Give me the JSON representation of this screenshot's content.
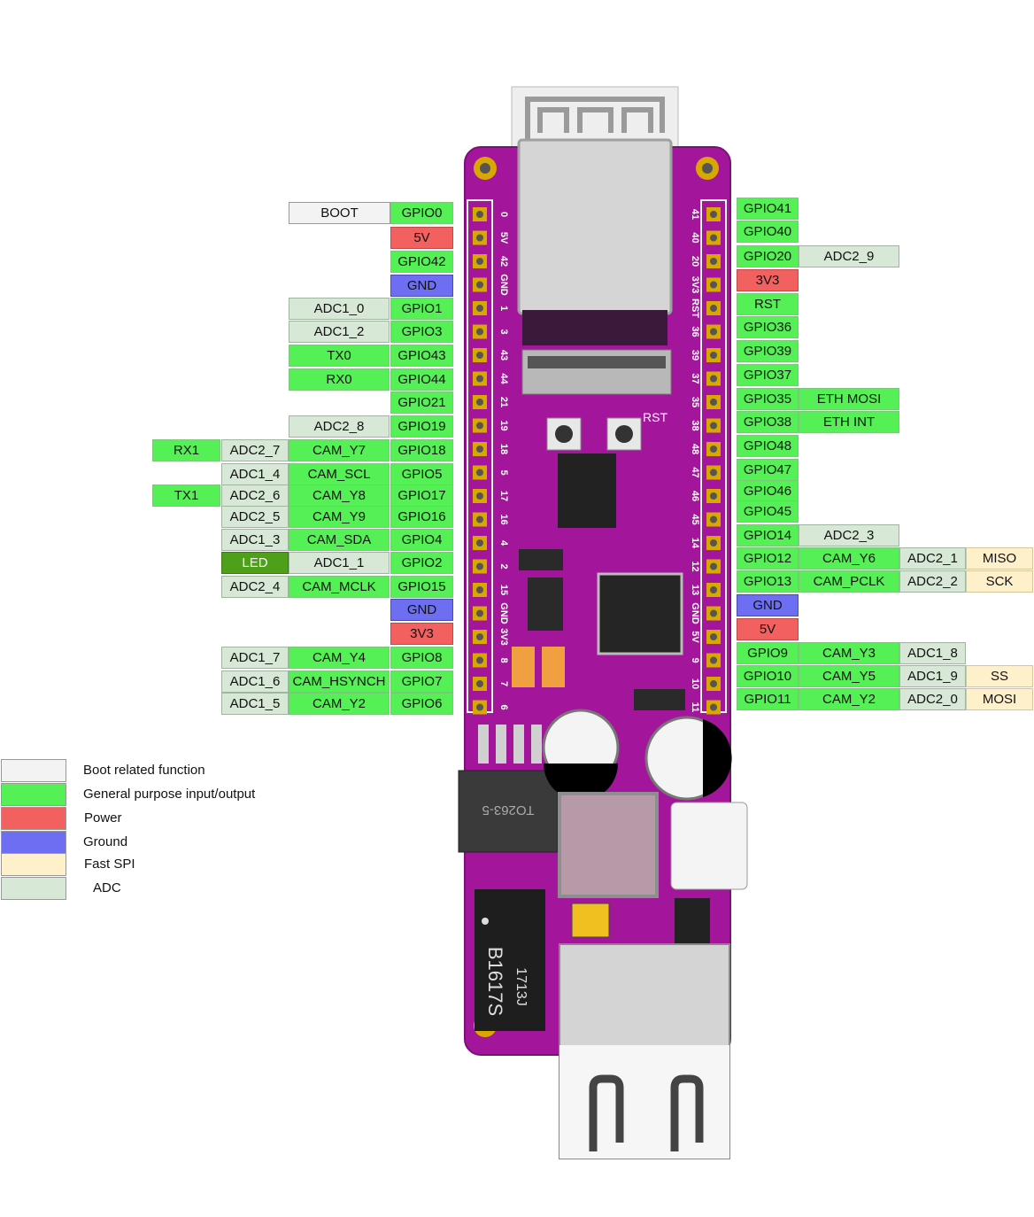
{
  "colors": {
    "boot": "#f3f3f3",
    "gpio": "#55f055",
    "power": "#f26060",
    "ground": "#6e6ef2",
    "spi": "#fff0cc",
    "adc": "#d7e8d7",
    "led": "#4ea01b",
    "pcb": "#a3169c"
  },
  "left_pins": [
    {
      "labels": [
        {
          "t": "BOOT",
          "c": "boot"
        },
        {
          "t": "GPIO0",
          "c": "gpio"
        }
      ]
    },
    {
      "labels": [
        {
          "t": "5V",
          "c": "power"
        }
      ]
    },
    {
      "labels": [
        {
          "t": "GPIO42",
          "c": "gpio"
        }
      ]
    },
    {
      "labels": [
        {
          "t": "GND",
          "c": "gnd"
        }
      ]
    },
    {
      "labels": [
        {
          "t": "ADC1_0",
          "c": "adc"
        },
        {
          "t": "GPIO1",
          "c": "gpio"
        }
      ]
    },
    {
      "labels": [
        {
          "t": "ADC1_2",
          "c": "adc"
        },
        {
          "t": "GPIO3",
          "c": "gpio"
        }
      ]
    },
    {
      "labels": [
        {
          "t": "TX0",
          "c": "gpio"
        },
        {
          "t": "GPIO43",
          "c": "gpio"
        }
      ]
    },
    {
      "labels": [
        {
          "t": "RX0",
          "c": "gpio"
        },
        {
          "t": "GPIO44",
          "c": "gpio"
        }
      ]
    },
    {
      "labels": [
        {
          "t": "GPIO21",
          "c": "gpio"
        }
      ]
    },
    {
      "labels": [
        {
          "t": "ADC2_8",
          "c": "adc"
        },
        {
          "t": "GPIO19",
          "c": "gpio"
        }
      ]
    },
    {
      "labels": [
        {
          "t": "RX1",
          "c": "gpio"
        },
        {
          "t": "ADC2_7",
          "c": "adc"
        },
        {
          "t": "CAM_Y7",
          "c": "gpio"
        },
        {
          "t": "GPIO18",
          "c": "gpio"
        }
      ]
    },
    {
      "labels": [
        {
          "t": "ADC1_4",
          "c": "adc"
        },
        {
          "t": "CAM_SCL",
          "c": "gpio"
        },
        {
          "t": "GPIO5",
          "c": "gpio"
        }
      ]
    },
    {
      "labels": [
        {
          "t": "TX1",
          "c": "gpio"
        },
        {
          "t": "ADC2_6",
          "c": "adc"
        },
        {
          "t": "CAM_Y8",
          "c": "gpio"
        },
        {
          "t": "GPIO17",
          "c": "gpio"
        }
      ]
    },
    {
      "labels": [
        {
          "t": "ADC2_5",
          "c": "adc"
        },
        {
          "t": "CAM_Y9",
          "c": "gpio"
        },
        {
          "t": "GPIO16",
          "c": "gpio"
        }
      ]
    },
    {
      "labels": [
        {
          "t": "ADC1_3",
          "c": "adc"
        },
        {
          "t": "CAM_SDA",
          "c": "gpio"
        },
        {
          "t": "GPIO4",
          "c": "gpio"
        }
      ]
    },
    {
      "labels": [
        {
          "t": "LED",
          "c": "led"
        },
        {
          "t": "ADC1_1",
          "c": "adc"
        },
        {
          "t": "GPIO2",
          "c": "gpio"
        }
      ]
    },
    {
      "labels": [
        {
          "t": "ADC2_4",
          "c": "adc"
        },
        {
          "t": "CAM_MCLK",
          "c": "gpio"
        },
        {
          "t": "GPIO15",
          "c": "gpio"
        }
      ]
    },
    {
      "labels": [
        {
          "t": "GND",
          "c": "gnd"
        }
      ]
    },
    {
      "labels": [
        {
          "t": "3V3",
          "c": "power"
        }
      ]
    },
    {
      "labels": [
        {
          "t": "ADC1_7",
          "c": "adc"
        },
        {
          "t": "CAM_Y4",
          "c": "gpio"
        },
        {
          "t": "GPIO8",
          "c": "gpio"
        }
      ]
    },
    {
      "labels": [
        {
          "t": "ADC1_6",
          "c": "adc"
        },
        {
          "t": "CAM_HSYNCH",
          "c": "gpio"
        },
        {
          "t": "GPIO7",
          "c": "gpio"
        }
      ]
    },
    {
      "labels": [
        {
          "t": "ADC1_5",
          "c": "adc"
        },
        {
          "t": "CAM_Y2",
          "c": "gpio"
        },
        {
          "t": "GPIO6",
          "c": "gpio"
        }
      ]
    }
  ],
  "right_pins": [
    {
      "labels": [
        {
          "t": "GPIO41",
          "c": "gpio"
        }
      ]
    },
    {
      "labels": [
        {
          "t": "GPIO40",
          "c": "gpio"
        }
      ]
    },
    {
      "labels": [
        {
          "t": "GPIO20",
          "c": "gpio"
        },
        {
          "t": "ADC2_9",
          "c": "adc"
        }
      ]
    },
    {
      "labels": [
        {
          "t": "3V3",
          "c": "power"
        }
      ]
    },
    {
      "labels": [
        {
          "t": "RST",
          "c": "gpio"
        }
      ]
    },
    {
      "labels": [
        {
          "t": "GPIO36",
          "c": "gpio"
        }
      ]
    },
    {
      "labels": [
        {
          "t": "GPIO39",
          "c": "gpio"
        }
      ]
    },
    {
      "labels": [
        {
          "t": "GPIO37",
          "c": "gpio"
        }
      ]
    },
    {
      "labels": [
        {
          "t": "GPIO35",
          "c": "gpio"
        },
        {
          "t": "ETH MOSI",
          "c": "gpio"
        }
      ]
    },
    {
      "labels": [
        {
          "t": "GPIO38",
          "c": "gpio"
        },
        {
          "t": "ETH INT",
          "c": "gpio"
        }
      ]
    },
    {
      "labels": [
        {
          "t": "GPIO48",
          "c": "gpio"
        }
      ]
    },
    {
      "labels": [
        {
          "t": "GPIO47",
          "c": "gpio"
        }
      ]
    },
    {
      "labels": [
        {
          "t": "GPIO46",
          "c": "gpio"
        }
      ]
    },
    {
      "labels": [
        {
          "t": "GPIO45",
          "c": "gpio"
        }
      ]
    },
    {
      "labels": [
        {
          "t": "GPIO14",
          "c": "gpio"
        },
        {
          "t": "ADC2_3",
          "c": "adc"
        }
      ]
    },
    {
      "labels": [
        {
          "t": "GPIO12",
          "c": "gpio"
        },
        {
          "t": "CAM_Y6",
          "c": "gpio"
        },
        {
          "t": "ADC2_1",
          "c": "adc"
        },
        {
          "t": "MISO",
          "c": "spi"
        }
      ]
    },
    {
      "labels": [
        {
          "t": "GPIO13",
          "c": "gpio"
        },
        {
          "t": "CAM_PCLK",
          "c": "gpio"
        },
        {
          "t": "ADC2_2",
          "c": "adc"
        },
        {
          "t": "SCK",
          "c": "spi"
        }
      ]
    },
    {
      "labels": [
        {
          "t": "GND",
          "c": "gnd"
        }
      ]
    },
    {
      "labels": [
        {
          "t": "5V",
          "c": "power"
        }
      ]
    },
    {
      "labels": [
        {
          "t": "GPIO9",
          "c": "gpio"
        },
        {
          "t": "CAM_Y3",
          "c": "gpio"
        },
        {
          "t": "ADC1_8",
          "c": "adc"
        }
      ]
    },
    {
      "labels": [
        {
          "t": "GPIO10",
          "c": "gpio"
        },
        {
          "t": "CAM_Y5",
          "c": "gpio"
        },
        {
          "t": "ADC1_9",
          "c": "adc"
        },
        {
          "t": "SS",
          "c": "spi"
        }
      ]
    },
    {
      "labels": [
        {
          "t": "GPIO11",
          "c": "gpio"
        },
        {
          "t": "CAM_Y2",
          "c": "gpio"
        },
        {
          "t": "ADC2_0",
          "c": "adc"
        },
        {
          "t": "MOSI",
          "c": "spi"
        }
      ]
    }
  ],
  "left_silkscreen": [
    "0",
    "5V",
    "42",
    "GND",
    "1",
    "3",
    "43",
    "44",
    "21",
    "19",
    "18",
    "5",
    "17",
    "16",
    "4",
    "2",
    "15",
    "GND",
    "3V3",
    "8",
    "7",
    "6"
  ],
  "right_silkscreen": [
    "41",
    "40",
    "20",
    "3V3",
    "RST",
    "36",
    "39",
    "37",
    "35",
    "38",
    "48",
    "47",
    "46",
    "45",
    "14",
    "12",
    "13",
    "GND",
    "5V",
    "9",
    "10",
    "11"
  ],
  "board_text": {
    "reset_label": "RST",
    "regulator_marking": "TO263-5",
    "transformer_marking_1": "B1617S",
    "transformer_marking_2": "1713J"
  },
  "legend": [
    {
      "label": "Boot related function",
      "c": "boot"
    },
    {
      "label": "General purpose input/output",
      "c": "gpio"
    },
    {
      "label": "Power",
      "c": "power"
    },
    {
      "label": "Ground",
      "c": "gnd"
    },
    {
      "label": "Fast SPI",
      "c": "spi"
    },
    {
      "label": "ADC",
      "c": "adc"
    }
  ]
}
